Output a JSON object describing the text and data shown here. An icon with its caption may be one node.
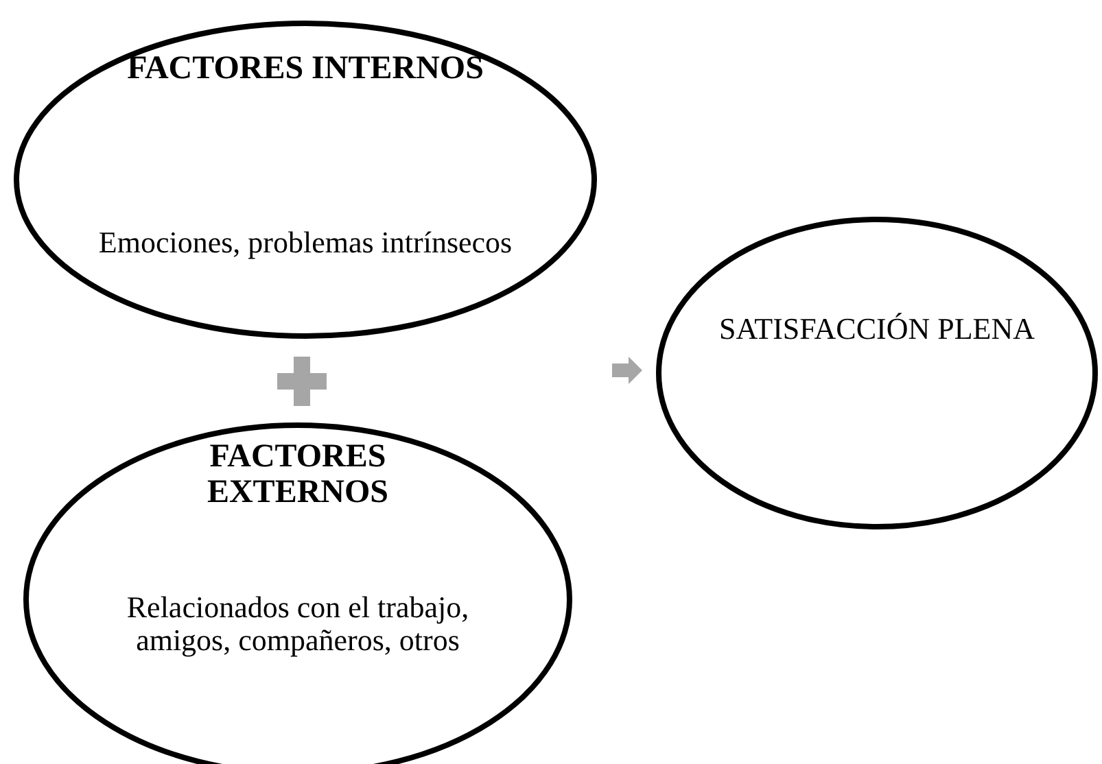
{
  "diagram": {
    "nodes": [
      {
        "text": [
          "FACTORES INTERNOS",
          "Emociones, problemas intrínsecos"
        ]
      },
      {
        "text": [
          "FACTORES EXTERNOS",
          "Relacionados con el trabajo, amigos, compañeros, otros"
        ]
      },
      {
        "text": [
          "SATISFACCIÓN PLENA"
        ]
      }
    ],
    "edges": [
      {
        "from": null,
        "to": 2,
        "arrow": "to"
      }
    ]
  }
}
